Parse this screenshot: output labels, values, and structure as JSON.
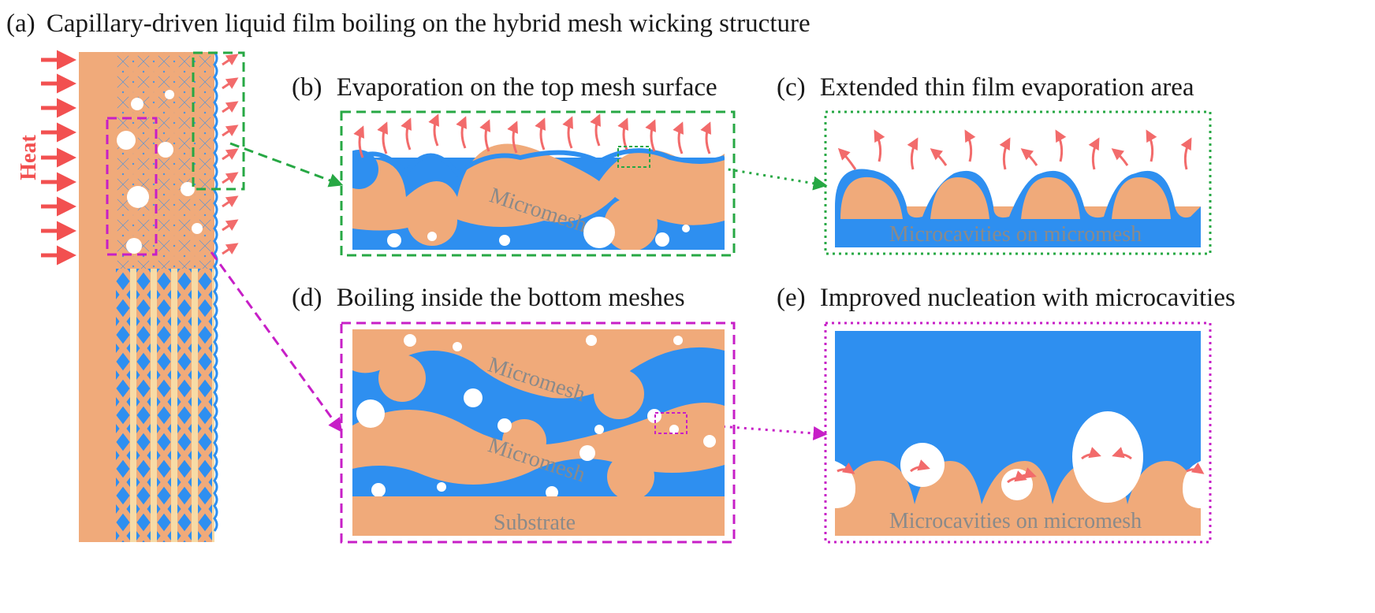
{
  "panels": {
    "a": {
      "letter": "(a)",
      "title": "Capillary-driven liquid film boiling on the hybrid mesh wicking structure",
      "heat_label": "Heat"
    },
    "b": {
      "letter": "(b)",
      "title": "Evaporation on the top mesh surface",
      "mesh_label": "Micromesh"
    },
    "c": {
      "letter": "(c)",
      "title": "Extended thin film evaporation area",
      "cavity_label": "Microcavities on micromesh"
    },
    "d": {
      "letter": "(d)",
      "title": "Boiling inside the bottom meshes",
      "mesh_label_top": "Micromesh",
      "mesh_label_bottom": "Micromesh",
      "substrate_label": "Substrate"
    },
    "e": {
      "letter": "(e)",
      "title": "Improved nucleation with microcavities",
      "cavity_label": "Microcavities on micromesh"
    }
  },
  "colors": {
    "mesh": "#f0aa7a",
    "liquid": "#2e8ff0",
    "vapor_arrow": "#f26b6b",
    "heat_arrow": "#f25050",
    "green_box": "#27a844",
    "magenta_box": "#c71fc7",
    "bottom_mesh_stripe": "#f7dba6"
  }
}
